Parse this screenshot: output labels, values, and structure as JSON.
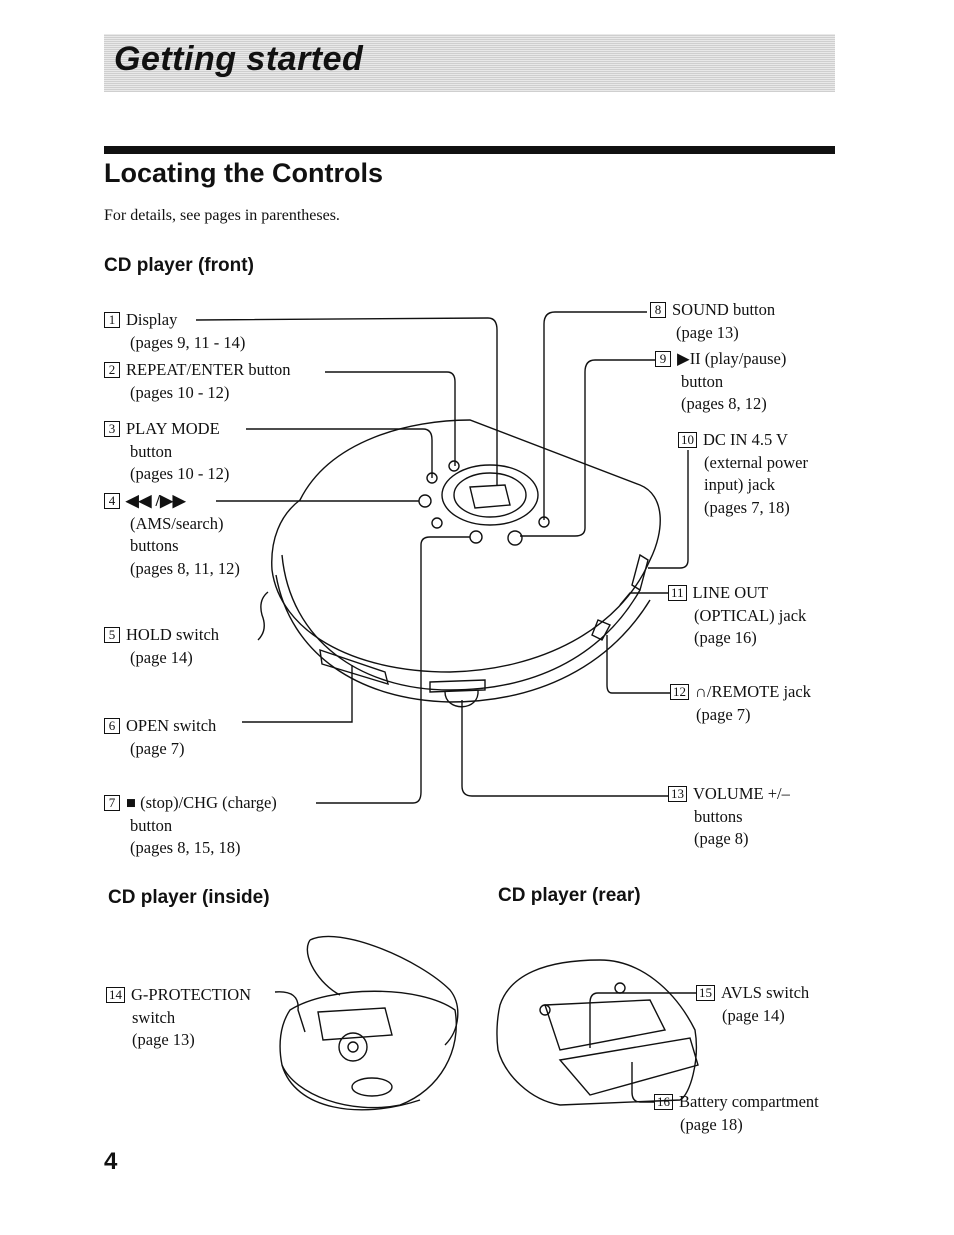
{
  "header": {
    "section_title": "Getting started",
    "page_title": "Locating the Controls",
    "intro": "For details, see pages in parentheses."
  },
  "sections": {
    "front": "CD player (front)",
    "inside": "CD player (inside)",
    "rear": "CD player (rear)"
  },
  "callouts": [
    {
      "num": "1",
      "lines": [
        "Display",
        "(pages 9, 11 - 14)"
      ]
    },
    {
      "num": "2",
      "lines": [
        "REPEAT/ENTER button",
        "(pages 10 - 12)"
      ]
    },
    {
      "num": "3",
      "lines": [
        "PLAY MODE",
        "button",
        "(pages 10 - 12)"
      ]
    },
    {
      "num": "4",
      "lines": [
        "◀◀ /▶▶",
        "(AMS/search)",
        "buttons",
        "(pages 8, 11, 12)"
      ]
    },
    {
      "num": "5",
      "lines": [
        "HOLD switch",
        "(page 14)"
      ]
    },
    {
      "num": "6",
      "lines": [
        "OPEN switch",
        "(page 7)"
      ]
    },
    {
      "num": "7",
      "lines": [
        "■ (stop)/CHG (charge)",
        "button",
        "(pages 8, 15, 18)"
      ]
    },
    {
      "num": "8",
      "lines": [
        "SOUND button",
        "(page 13)"
      ]
    },
    {
      "num": "9",
      "lines": [
        "▶II (play/pause)",
        "button",
        "(pages 8, 12)"
      ]
    },
    {
      "num": "10",
      "lines": [
        "DC IN 4.5 V",
        "(external power",
        "input) jack",
        "(pages 7, 18)"
      ]
    },
    {
      "num": "11",
      "lines": [
        "LINE OUT",
        "(OPTICAL) jack",
        "(page 16)"
      ]
    },
    {
      "num": "12",
      "lines": [
        "∩/REMOTE jack",
        "(page 7)"
      ]
    },
    {
      "num": "13",
      "lines": [
        "VOLUME +/–",
        "buttons",
        "(page 8)"
      ]
    },
    {
      "num": "14",
      "lines": [
        "G-PROTECTION",
        "switch",
        "(page 13)"
      ]
    },
    {
      "num": "15",
      "lines": [
        "AVLS switch",
        "(page 14)"
      ]
    },
    {
      "num": "16",
      "lines": [
        "Battery compartment",
        "(page 18)"
      ]
    }
  ],
  "page_number": "4"
}
